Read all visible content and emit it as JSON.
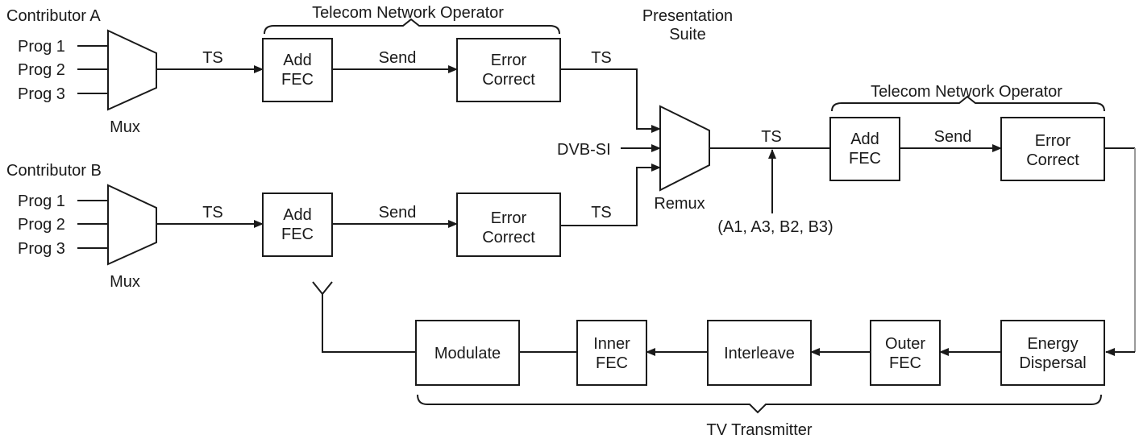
{
  "contributor_a": {
    "title": "Contributor A",
    "inputs": [
      "Prog 1",
      "Prog 2",
      "Prog 3"
    ],
    "mux_label": "Mux",
    "ts_label": "TS"
  },
  "contributor_b": {
    "title": "Contributor B",
    "inputs": [
      "Prog 1",
      "Prog 2",
      "Prog 3"
    ],
    "mux_label": "Mux",
    "ts_label": "TS"
  },
  "telecom_a": {
    "title": "Telecom Network Operator",
    "add_fec": [
      "Add",
      "FEC"
    ],
    "send_label": "Send",
    "error_correct": [
      "Error",
      "Correct"
    ],
    "ts_out_label": "TS"
  },
  "telecom_b": {
    "add_fec": [
      "Add",
      "FEC"
    ],
    "send_label": "Send",
    "error_correct": [
      "Error",
      "Correct"
    ],
    "ts_out_label": "TS"
  },
  "presentation": {
    "title": [
      "Presentation",
      "Suite"
    ],
    "dvb_si_label": "DVB-SI",
    "remux_label": "Remux",
    "ts_label": "TS",
    "selection_label": "(A1, A3, B2, B3)"
  },
  "telecom_c": {
    "title": "Telecom Network Operator",
    "add_fec": [
      "Add",
      "FEC"
    ],
    "send_label": "Send",
    "error_correct": [
      "Error",
      "Correct"
    ]
  },
  "transmitter": {
    "title": "TV Transmitter",
    "energy_dispersal": [
      "Energy",
      "Dispersal"
    ],
    "outer_fec": [
      "Outer",
      "FEC"
    ],
    "interleave": "Interleave",
    "inner_fec": [
      "Inner",
      "FEC"
    ],
    "modulate": "Modulate"
  }
}
